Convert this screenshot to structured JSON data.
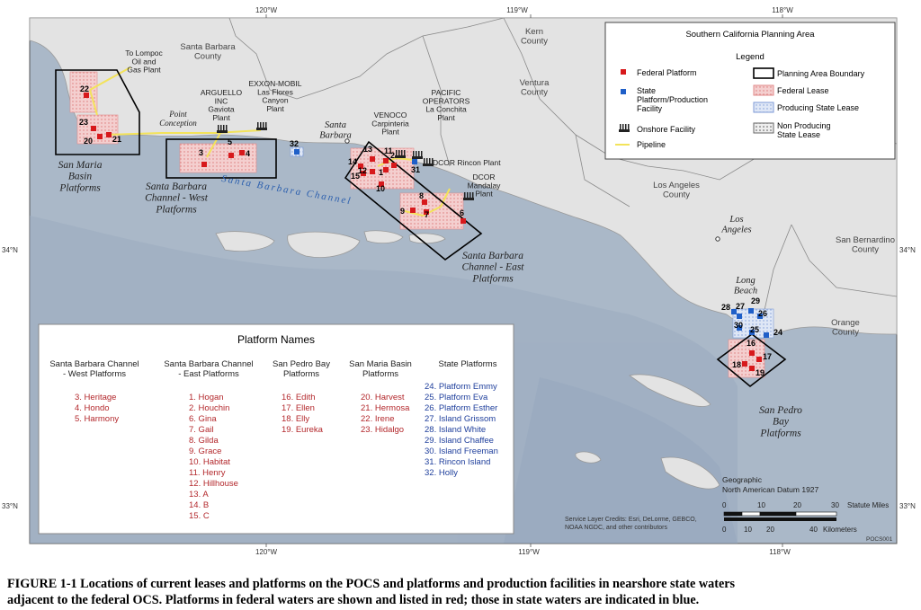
{
  "colors": {
    "ocean": "#aab8c8",
    "land": "#e3e3e3",
    "federal": "#d7191c",
    "state": "#1f5fc8",
    "pipeline": "#f3e35a",
    "lease": "#e8a5a5"
  },
  "ticks": {
    "top": [
      "120°W",
      "119°W",
      "118°W"
    ],
    "bottom": [
      "120°W",
      "119°W",
      "118°W"
    ],
    "left": [
      "34°N",
      "33°N"
    ],
    "right": [
      "34°N",
      "33°N"
    ]
  },
  "places": {
    "kern": "Kern County",
    "ventura": "Ventura County",
    "sb_county": "Santa Barbara County",
    "la_county": "Los Angeles County",
    "sbern": "San Bernardino County",
    "orange": "Orange County",
    "la": "Los Angeles",
    "sb": "Santa Barbara",
    "lb": "Long Beach",
    "pointc": "Point Conception",
    "channel": "Santa Barbara Channel"
  },
  "plants": {
    "lompoc": "To Lompoc Oil and Gas Plant",
    "arguello": "ARGUELLO INC Gaviota Plant",
    "exxon": "EXXON-MOBIL Las Flores Canyon Plant",
    "venoco": "VENOCO Carpinteria Plant",
    "pacific": "PACIFIC OPERATORS La Conchita Plant",
    "dcor_rincon": "DCOR Rincon Plant",
    "dcor_mand": "DCOR Mandalay Plant"
  },
  "regions": {
    "smb": "San Maria Basin Platforms",
    "sbw": "Santa Barbara Channel - West Platforms",
    "sbe": "Santa Barbara Channel - East Platforms",
    "spb": "San Pedro Bay Platforms"
  },
  "federal_platforms": [
    "22",
    "23",
    "20",
    "21",
    "3",
    "5",
    "4",
    "14",
    "13",
    "11",
    "1",
    "15",
    "12",
    "2",
    "10",
    "8",
    "9",
    "7",
    "6",
    "16",
    "17",
    "18",
    "19"
  ],
  "state_platforms": [
    "32",
    "31",
    "27",
    "29",
    "28",
    "26",
    "30",
    "25",
    "24"
  ],
  "legend": {
    "title": "Southern California Planning Area",
    "subtitle": "Legend",
    "federal": "Federal Platform",
    "state": "State Platform/Production Facility",
    "onshore": "Onshore Facility",
    "pipeline": "Pipeline",
    "boundary": "Planning Area Boundary",
    "lease": "Federal Lease",
    "producing": "Producing State Lease",
    "nonproducing": "Non Producing State Lease"
  },
  "names_panel": {
    "title": "Platform Names",
    "columns": [
      {
        "header": [
          "Santa Barbara Channel",
          "- West Platforms"
        ],
        "items": [
          "3. Heritage",
          "4. Hondo",
          "5. Harmony"
        ],
        "color": "red"
      },
      {
        "header": [
          "Santa Barbara Channel",
          "- East Platforms"
        ],
        "items": [
          "1. Hogan",
          "2. Houchin",
          "6. Gina",
          "7. Gail",
          "8. Gilda",
          "9. Grace",
          "10. Habitat",
          "11. Henry",
          "12. Hillhouse",
          "13. A",
          "14. B",
          "15. C"
        ],
        "color": "red"
      },
      {
        "header": [
          "San Pedro Bay",
          "Platforms"
        ],
        "items": [
          "16. Edith",
          "17. Ellen",
          "18. Elly",
          "19. Eureka"
        ],
        "color": "red"
      },
      {
        "header": [
          "San Maria Basin",
          "Platforms"
        ],
        "items": [
          "20. Harvest",
          "21. Hermosa",
          "22. Irene",
          "23. Hidalgo"
        ],
        "color": "red"
      },
      {
        "header": [
          "State Platforms",
          ""
        ],
        "items": [
          "24. Platform Emmy",
          "25. Platform Eva",
          "26. Platform Esther",
          "27. Island Grissom",
          "28. Island White",
          "29. Island Chaffee",
          "30. Island Freeman",
          "31. Rincon Island",
          "32. Holly"
        ],
        "color": "blue"
      }
    ]
  },
  "datum": {
    "line1": "Geographic",
    "line2": "North American Datum 1927"
  },
  "scale": {
    "miles": [
      "0",
      "10",
      "20",
      "30"
    ],
    "miles_unit": "Statute Miles",
    "km": [
      "0",
      "10",
      "20",
      "40"
    ],
    "km_unit": "Kilometers"
  },
  "credits": {
    "line1": "Service Layer Credits: Esri, DeLorme, GEBCO,",
    "line2": "NOAA NGDC, and other contributors"
  },
  "figure_id": "POCS001",
  "caption": {
    "line1": "FIGURE 1-1  Locations of current leases and platforms on the POCS and platforms and production facilities in nearshore state waters",
    "line2": "adjacent to the federal OCS. Platforms in federal waters are shown and listed in red; those in state waters are indicated in blue."
  }
}
